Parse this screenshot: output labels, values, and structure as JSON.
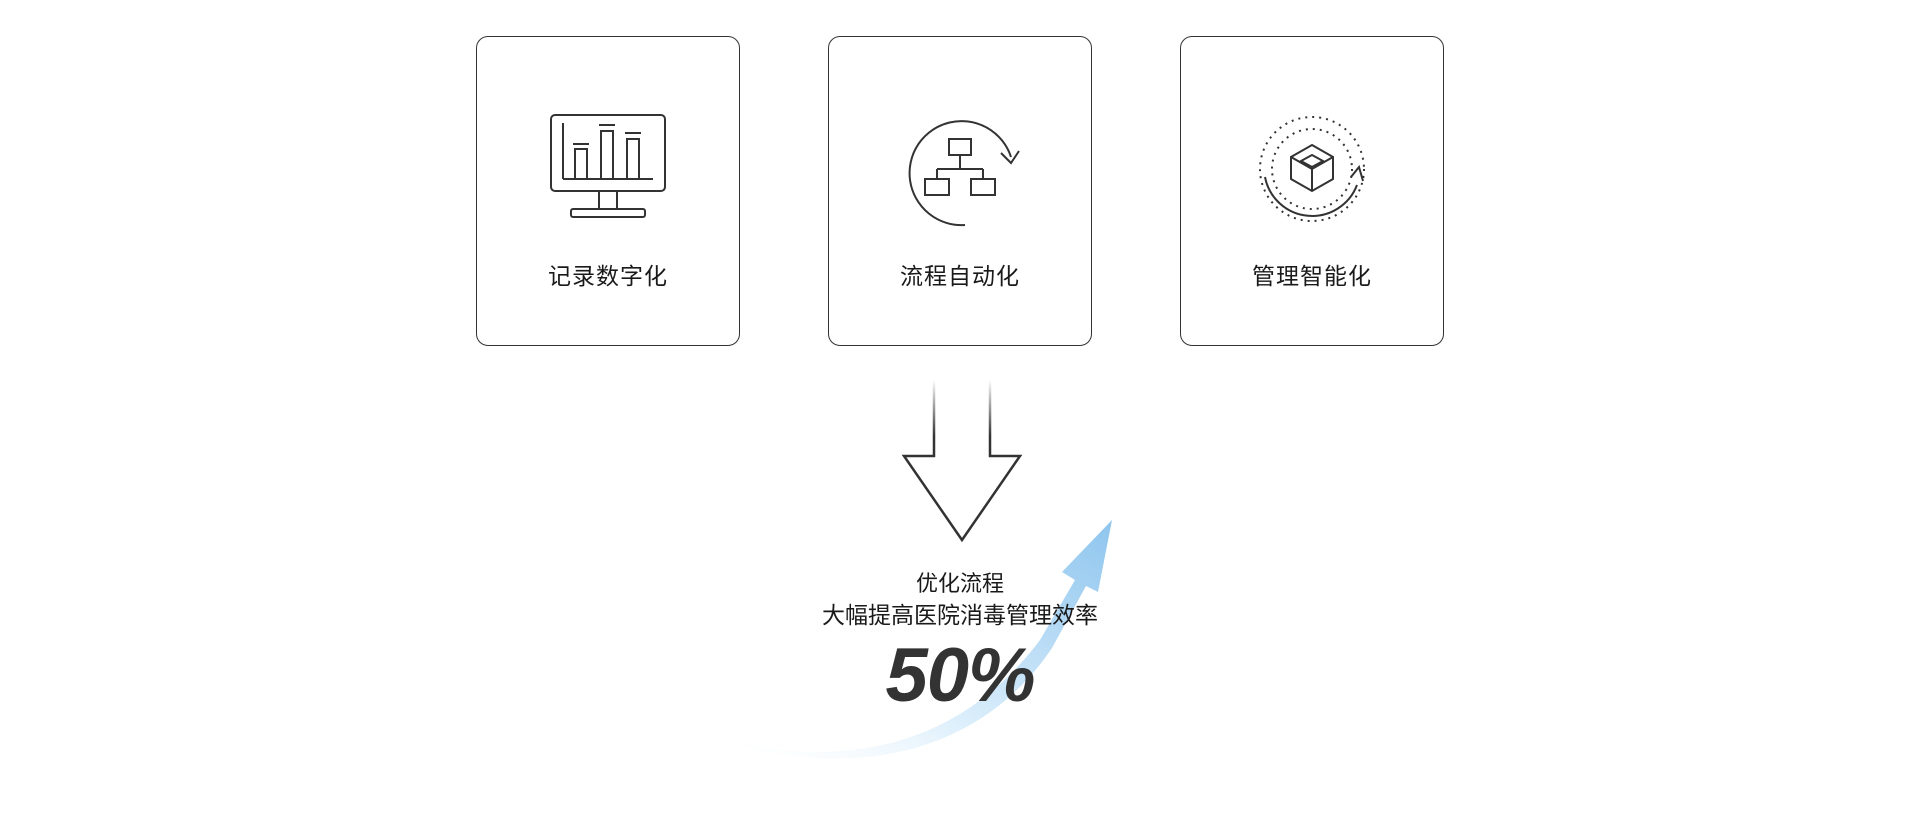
{
  "cards": [
    {
      "label": "记录数字化",
      "icon": "monitor-bar-chart-icon"
    },
    {
      "label": "流程自动化",
      "icon": "workflow-cycle-icon"
    },
    {
      "label": "管理智能化",
      "icon": "smart-cube-icon"
    }
  ],
  "result": {
    "line1": "优化流程",
    "line2": "大幅提高医院消毒管理效率",
    "percent": "50%"
  },
  "colors": {
    "stroke": "#333333",
    "accent_blue": "#8ec5ee"
  }
}
